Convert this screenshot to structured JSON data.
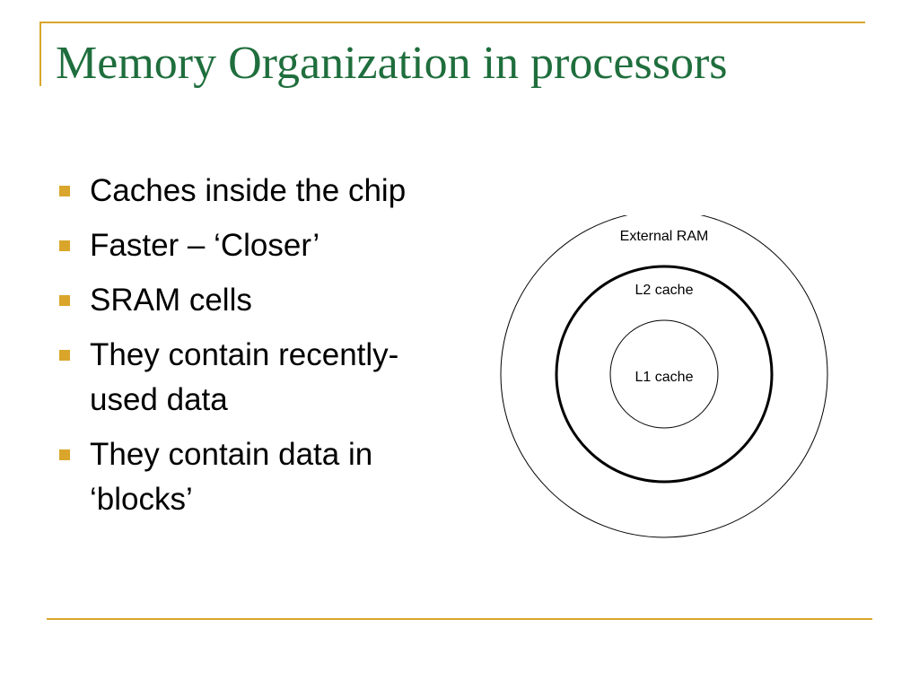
{
  "slide": {
    "title": "Memory Organization in processors",
    "bullets": [
      "Caches inside the chip",
      "Faster – ‘Closer’",
      "SRAM cells",
      "They contain recently-used data",
      "They contain data in ‘blocks’"
    ]
  },
  "diagram": {
    "outer_label": "External RAM",
    "middle_label": "L2 cache",
    "inner_label": "L1 cache"
  },
  "colors": {
    "accent": "#d9a62b",
    "title": "#1f6e3d"
  }
}
